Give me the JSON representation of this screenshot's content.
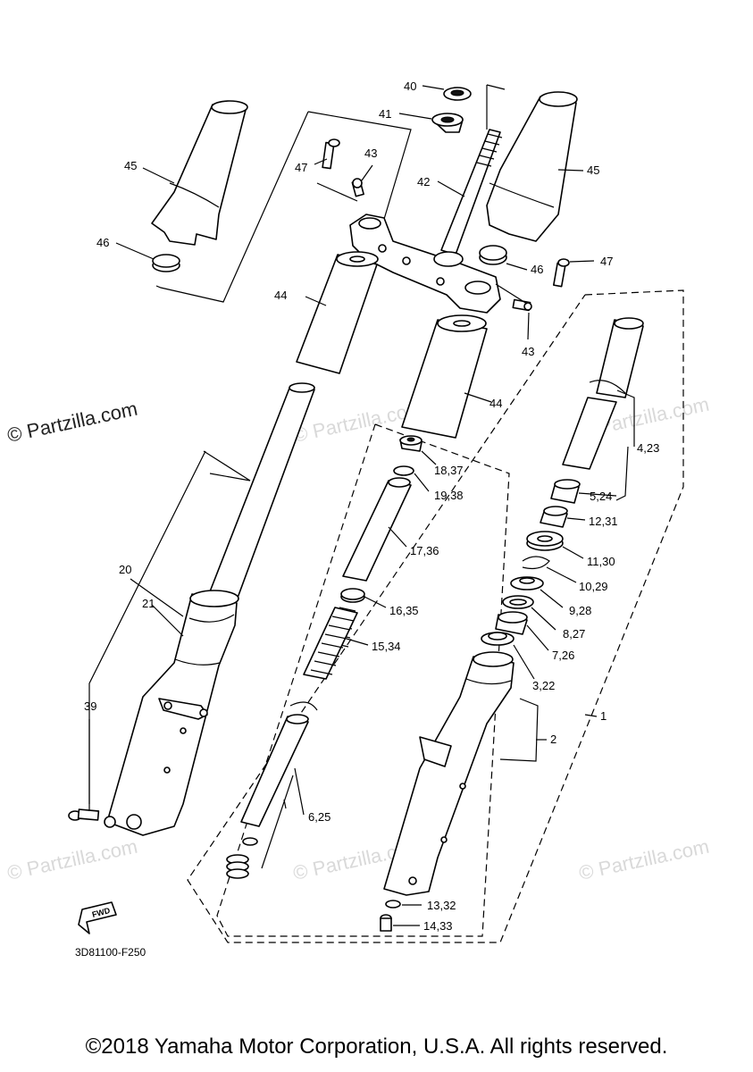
{
  "watermarks": {
    "main": "© Partzilla.com",
    "faint": "© Partzilla.com"
  },
  "diagram_code": "3D81100-F250",
  "fwd_badge": "FWD",
  "copyright": "©2018 Yamaha Motor Corporation, U.S.A. All rights reserved.",
  "labels": {
    "l40": "40",
    "l41": "41",
    "l42": "42",
    "l43a": "43",
    "l43b": "43",
    "l44a": "44",
    "l44b": "44",
    "l45a": "45",
    "l45b": "45",
    "l46a": "46",
    "l46b": "46",
    "l47a": "47",
    "l47b": "47",
    "l1": "1",
    "l2": "2",
    "l3_22": "3,22",
    "l4_23": "4,23",
    "l5_24": "5,24",
    "l6_25": "6,25",
    "l7_26": "7,26",
    "l8_27": "8,27",
    "l9_28": "9,28",
    "l10_29": "10,29",
    "l11_30": "11,30",
    "l12_31": "12,31",
    "l13_32": "13,32",
    "l14_33": "14,33",
    "l15_34": "15,34",
    "l16_35": "16,35",
    "l17_36": "17,36",
    "l18_37": "18,37",
    "l19_38": "19,38",
    "l20": "20",
    "l21": "21",
    "l39": "39"
  }
}
